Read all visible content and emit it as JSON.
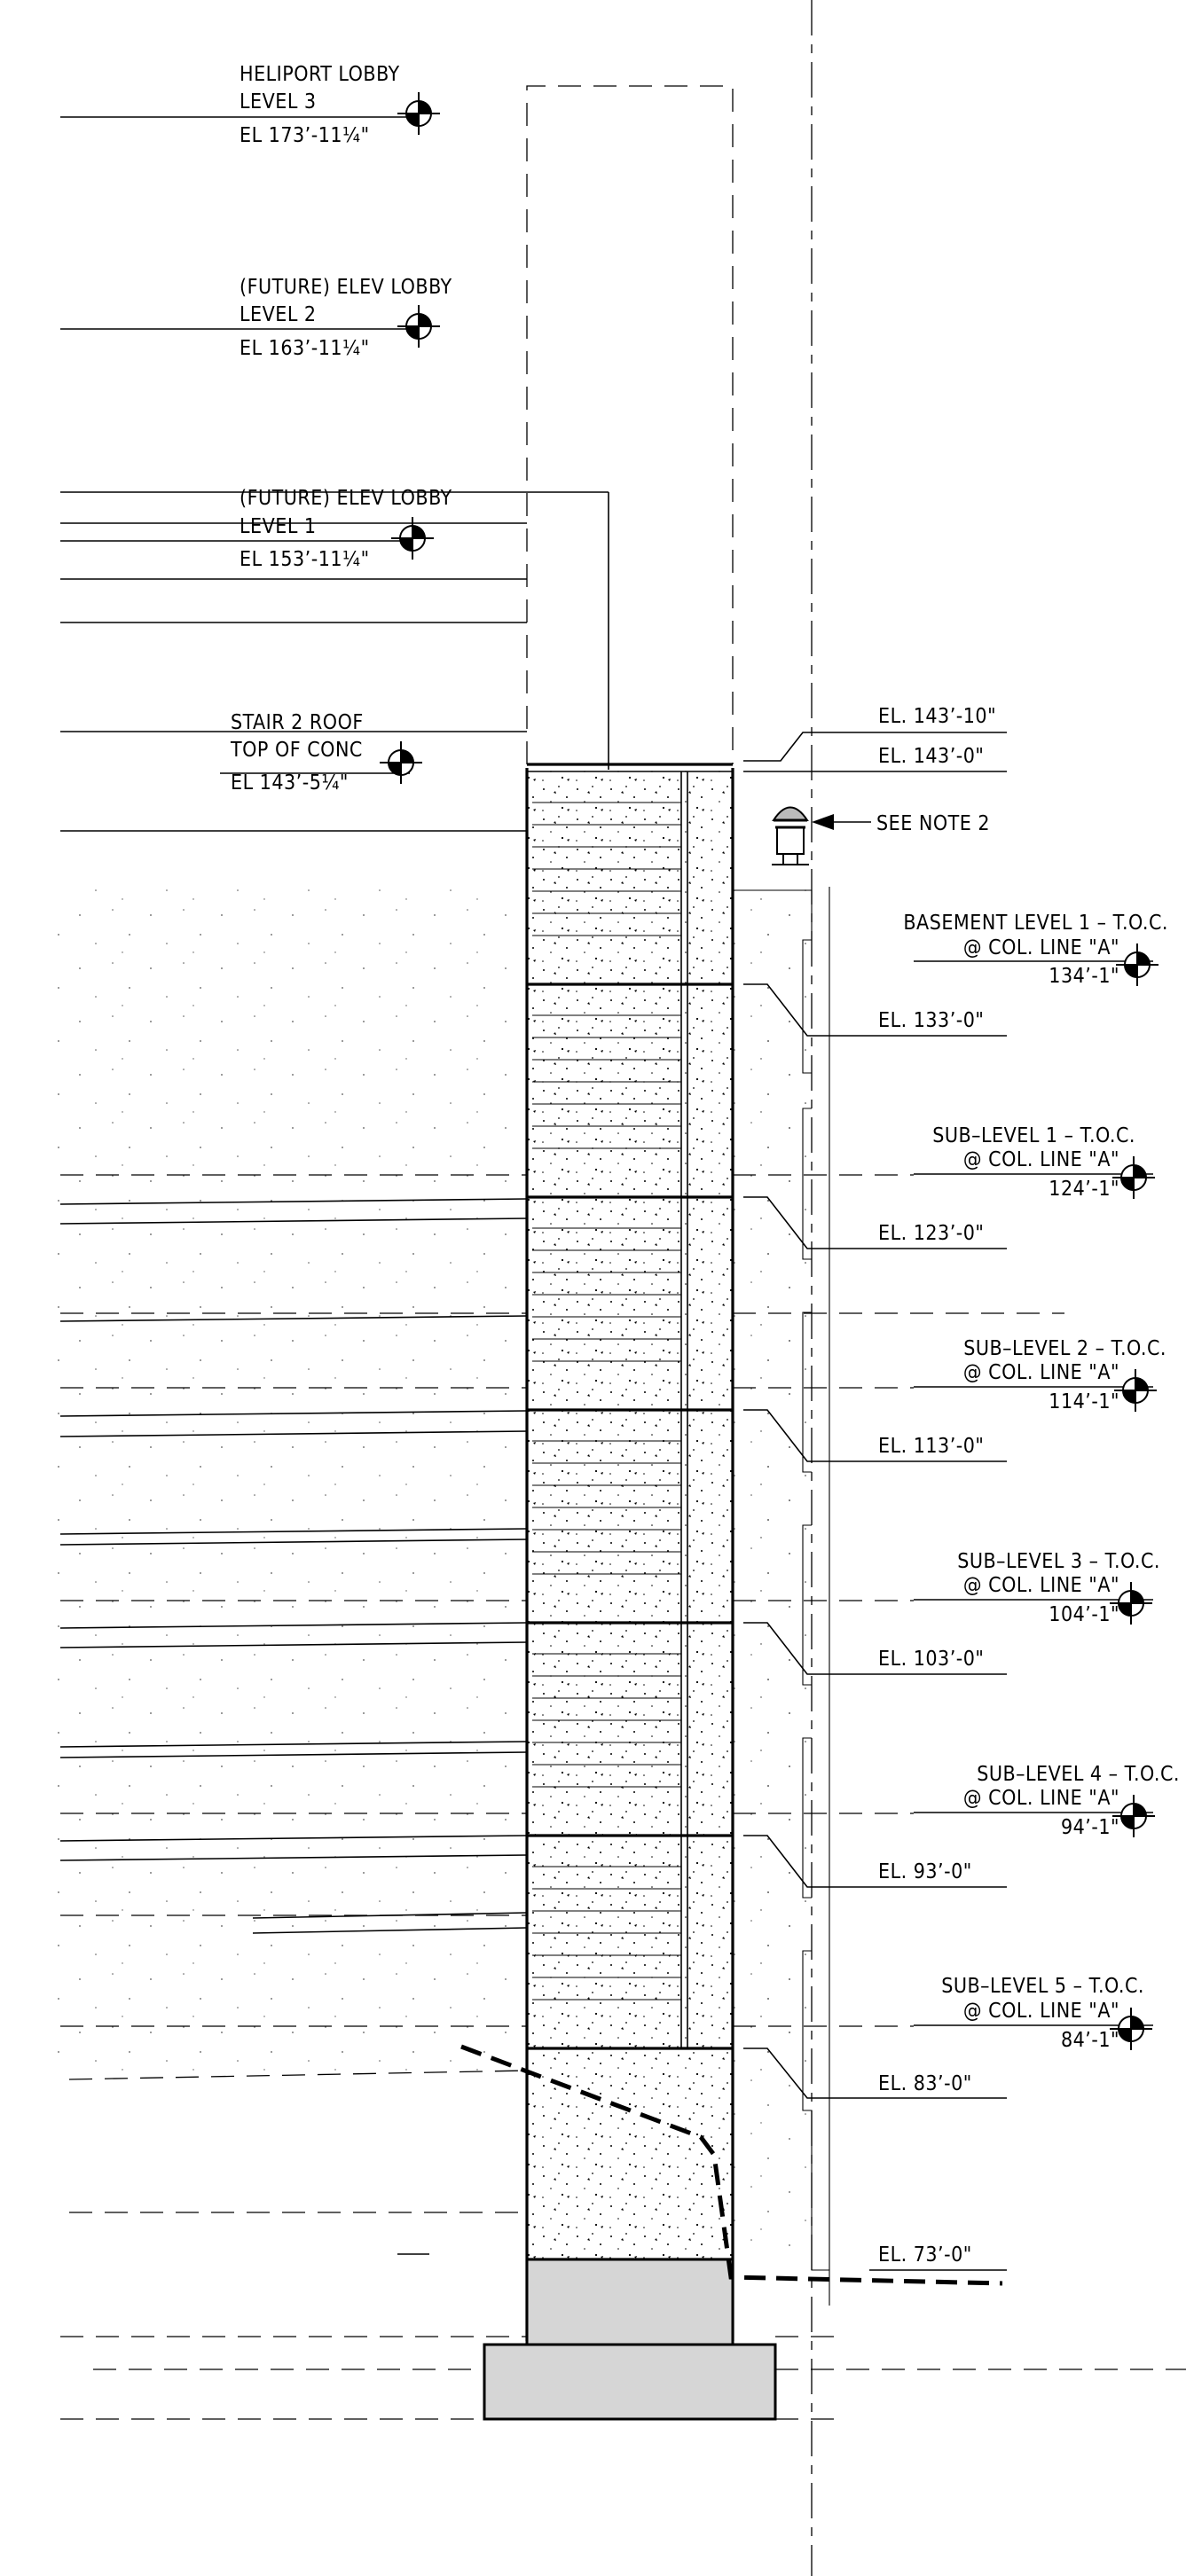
{
  "upper_levels": [
    {
      "line1": "HELIPORT LOBBY",
      "line2": "LEVEL 3",
      "elev": "EL 173’-11¼\""
    },
    {
      "line1": "(FUTURE) ELEV LOBBY",
      "line2": "LEVEL 2",
      "elev": "EL 163’-11¼\""
    },
    {
      "line1": "(FUTURE) ELEV LOBBY",
      "line2": "LEVEL 1",
      "elev": "EL 153’-11¼\""
    }
  ],
  "stair_roof": {
    "line1": "STAIR 2 ROOF",
    "line2": "TOP OF CONC",
    "elev": "EL 143’-5¼\""
  },
  "right_elevations": [
    "EL. 143’-10\"",
    "EL. 143’-0\"",
    "EL. 133’-0\"",
    "EL. 123’-0\"",
    "EL. 113’-0\"",
    "EL. 103’-0\"",
    "EL. 93’-0\"",
    "EL. 83’-0\"",
    "EL. 73’-0\""
  ],
  "note": "SEE NOTE 2",
  "levels_toc": [
    {
      "name": "BASEMENT LEVEL 1 – T.O.C.",
      "col": "@ COL. LINE \"A\"",
      "elev": "134’-1\""
    },
    {
      "name": "SUB–LEVEL 1 – T.O.C.",
      "col": "@ COL. LINE \"A\"",
      "elev": "124’-1\""
    },
    {
      "name": "SUB–LEVEL 2 – T.O.C.",
      "col": "@ COL. LINE \"A\"",
      "elev": "114’-1\""
    },
    {
      "name": "SUB–LEVEL 3 – T.O.C.",
      "col": "@ COL. LINE \"A\"",
      "elev": "104’-1\""
    },
    {
      "name": "SUB–LEVEL 4 – T.O.C.",
      "col": "@ COL. LINE \"A\"",
      "elev": "94’-1\""
    },
    {
      "name": "SUB–LEVEL 5 – T.O.C.",
      "col": "@ COL. LINE \"A\"",
      "elev": "84’-1\""
    }
  ]
}
